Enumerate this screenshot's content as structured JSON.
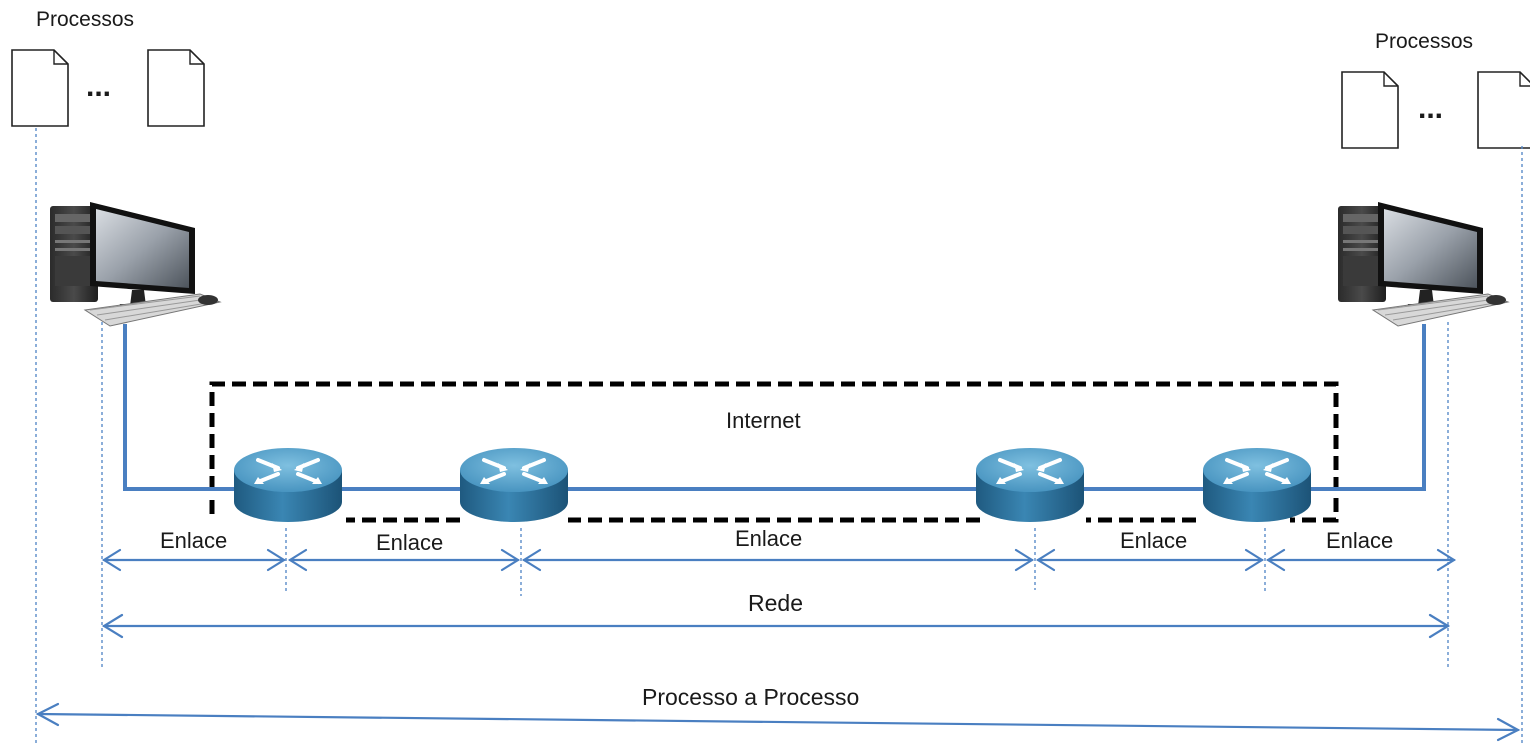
{
  "left_host": {
    "processes_label": "Processos",
    "ellipsis": "..."
  },
  "right_host": {
    "processes_label": "Processos",
    "ellipsis": "..."
  },
  "internet_label": "Internet",
  "links": [
    "Enlace",
    "Enlace",
    "Enlace",
    "Enlace",
    "Enlace"
  ],
  "network_label": "Rede",
  "process_label": "Processo a Processo",
  "icons": {
    "document": "document-icon",
    "computer": "computer-icon",
    "router": "router-icon"
  },
  "colors": {
    "link_line": "#4a7fc1",
    "arrow": "#4a7fc1",
    "router_top": "#5aa2c8",
    "router_side": "#2c6f98",
    "boundary": "#000000"
  }
}
